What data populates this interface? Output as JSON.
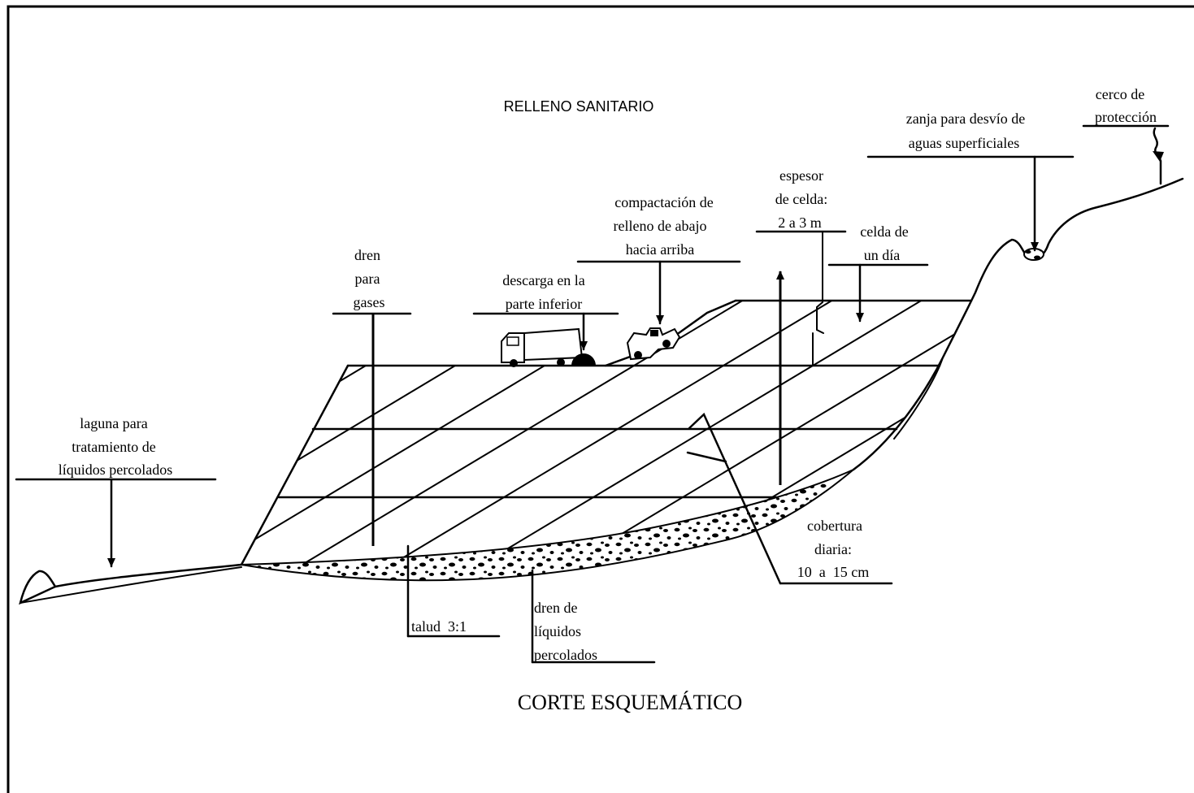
{
  "title": "RELLENO SANITARIO",
  "caption": "CORTE ESQUEMÁTICO",
  "labels": {
    "laguna": [
      "laguna para",
      "tratamiento de",
      "líquidos percolados"
    ],
    "dren_gases": [
      "dren",
      "para",
      "gases"
    ],
    "descarga": [
      "descarga en la",
      "parte inferior"
    ],
    "compactacion": [
      "compactación de",
      "relleno de abajo",
      "hacia arriba"
    ],
    "espesor": [
      "espesor",
      "de celda:",
      "2 a 3 m"
    ],
    "celda": [
      "celda de",
      "un día"
    ],
    "zanja": [
      "zanja para desvío de",
      "aguas superficiales"
    ],
    "cerco": [
      "cerco de",
      "protección"
    ],
    "cobertura": [
      "cobertura",
      "diaria:",
      "10  a  15 cm"
    ],
    "talud": [
      "talud  3:1"
    ],
    "dren_liquidos": [
      "dren de",
      "líquidos",
      "percolados"
    ]
  },
  "icons": {
    "truck": "truck-icon",
    "compactor": "compactor-icon"
  }
}
